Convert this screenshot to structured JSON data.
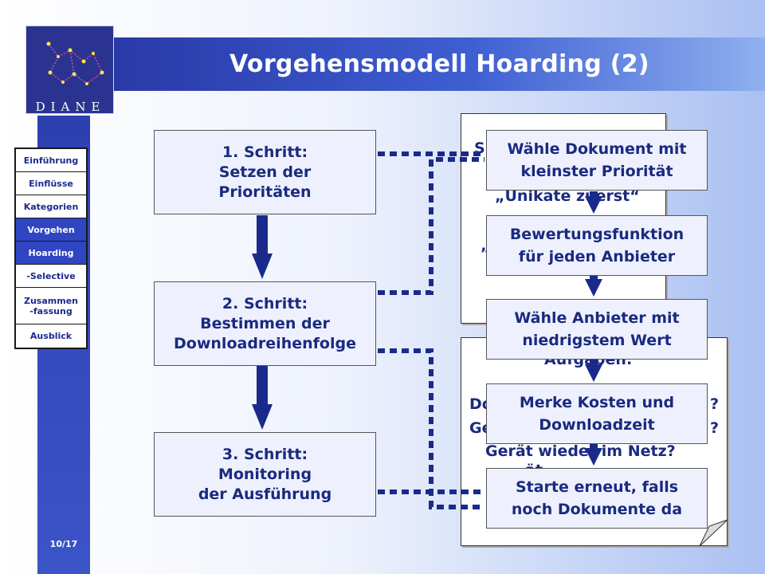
{
  "header": {
    "title": "Vorgehensmodell Hoarding (2)"
  },
  "logo": {
    "text": "DIANE"
  },
  "nav": {
    "items": [
      {
        "label": "Einführung",
        "active": false
      },
      {
        "label": "Einflüsse",
        "active": false
      },
      {
        "label": "Kategorien",
        "active": false
      },
      {
        "label": "Vorgehen",
        "active": true
      },
      {
        "label": "Hoarding",
        "active": true
      },
      {
        "label": "-Selective",
        "active": false
      },
      {
        "label": "Zusammen\n-fassung",
        "active": false
      },
      {
        "label": "Ausblick",
        "active": false
      }
    ]
  },
  "page_number": "10/17",
  "steps": [
    {
      "label": "1. Schritt:\nSetzen der\nPrioritäten"
    },
    {
      "label": "2. Schritt:\nBestimmen der\nDownloadreihenfolge"
    },
    {
      "label": "3. Schritt:\nMonitoring\nder Ausführung"
    }
  ],
  "doc_upper": {
    "fragments": [
      "S",
      "„Unikate zuerst“",
      "„"
    ]
  },
  "doc_lower": {
    "fragments": [
      "Aufgaben:",
      "Do",
      "?",
      "Ge",
      "?",
      "Gerät wieder im Netz?",
      "ät"
    ]
  },
  "actions": [
    {
      "label": "Wähle Dokument mit\nkleinster Priorität"
    },
    {
      "label": "Bewertungsfunktion\nfür jeden Anbieter"
    },
    {
      "label": "Wähle Anbieter mit\nniedrigstem Wert"
    },
    {
      "label": "Merke Kosten und\nDownloadzeit"
    },
    {
      "label": "Starte erneut, falls\nnoch Dokumente da"
    }
  ],
  "colors": {
    "accent_dark": "#1a2a80",
    "arrow": "#1a2a8c",
    "box_fill": "#eef1fd",
    "nav_active": "#3045c2"
  }
}
